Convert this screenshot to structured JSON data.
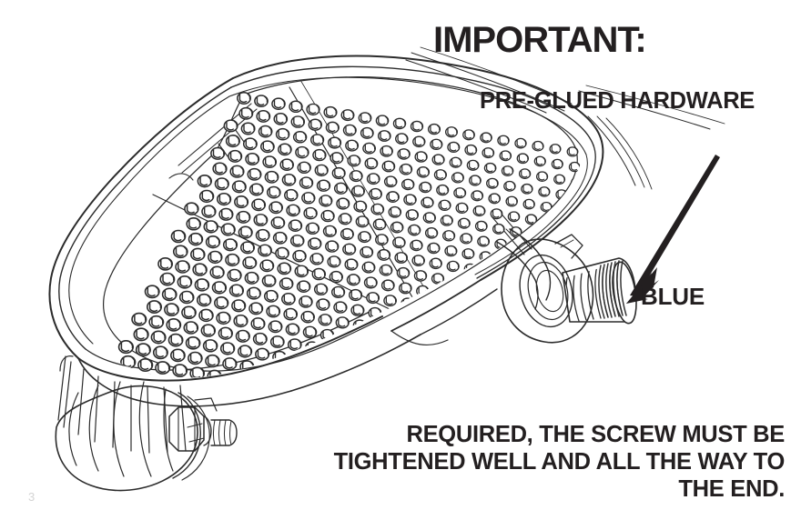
{
  "page": {
    "background_color": "#ffffff",
    "ink_color": "#231f20",
    "line_color": "#2b2b2b",
    "page_number": "3"
  },
  "heading": {
    "text": "IMPORTANT:"
  },
  "labels": {
    "pre_glued_hardware": "PRE-GLUED HARDWARE",
    "blue": "BLUE"
  },
  "note": {
    "lines": [
      "REQUIRED, THE SCREW MUST BE",
      "TIGHTENED WELL AND ALL THE WAY TO",
      "THE END."
    ]
  },
  "illustration": {
    "subject": "footrest-pad-assembly-line-drawing",
    "parts": [
      {
        "name": "footrest-pad",
        "description": "large rounded rectangular platform shown in perspective with thick moulded rim"
      },
      {
        "name": "anti-slip-nubs",
        "description": "diagonal lattice of small hemispherical bumps covering the tread surface"
      },
      {
        "name": "pad-seam",
        "description": "diagonal moulding seam splitting the tread surface into panels"
      },
      {
        "name": "mounting-bracket",
        "description": "curved bracket on the right side of the pad holding the screw flange"
      },
      {
        "name": "threaded-screw",
        "description": "cylindrical threaded stud projecting to the lower right, pre-glued with blue threadlocker"
      },
      {
        "name": "screw-flange",
        "description": "round washer flange between bracket and threaded stud"
      },
      {
        "name": "caster-wheel",
        "description": "wheel and fork assembly under the lower-left corner of the pad"
      },
      {
        "name": "hex-nut-bolt",
        "description": "hex nut with threaded end beside the caster fork"
      },
      {
        "name": "support-ribs",
        "description": "vertical ribs along the underside skirt of the pad"
      },
      {
        "name": "arrow-to-screw",
        "description": "long thin leader arrow pointing from upper right down to the threaded stud"
      }
    ]
  }
}
